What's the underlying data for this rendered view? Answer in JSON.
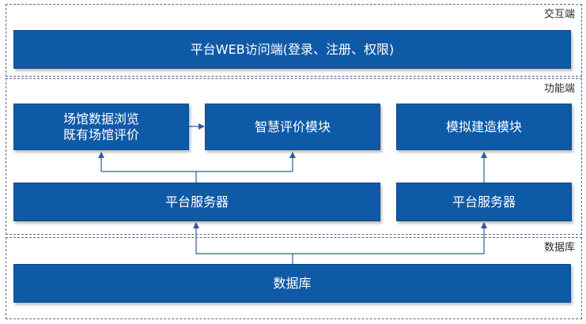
{
  "layers": {
    "interaction": {
      "label": "交互端"
    },
    "function": {
      "label": "功能端"
    },
    "database": {
      "label": "数据库"
    }
  },
  "boxes": {
    "web_access": "平台WEB访问端(登录、注册、权限)",
    "venue_browse_line1": "场馆数据浏览",
    "venue_browse_line2": "既有场馆评价",
    "smart_eval": "智慧评价模块",
    "sim_build": "模拟建造模块",
    "server_left": "平台服务器",
    "server_right": "平台服务器",
    "database": "数据库"
  },
  "colors": {
    "box_fill": "#0f5aa7",
    "connector": "#2e5d9a",
    "layer_border": "#5a6b8c"
  }
}
